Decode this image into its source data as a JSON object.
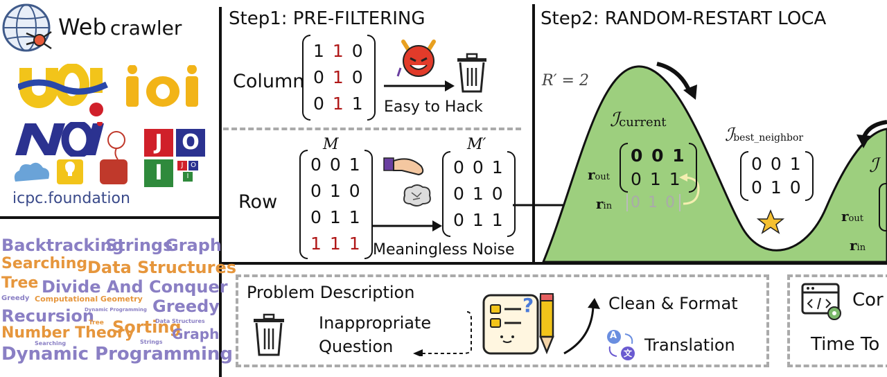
{
  "crawler": {
    "title_big": "Web",
    "title_small": "crawler"
  },
  "logos": {
    "uoi": "UOI",
    "ioi": "IOI",
    "noi": "NOI",
    "joi": [
      "J",
      "O",
      "I"
    ],
    "joi_small": [
      "J",
      "O",
      "I"
    ],
    "icpc": "icpc.foundation"
  },
  "wordcloud": [
    {
      "t": "Backtracking",
      "c": "#8a7fc4"
    },
    {
      "t": "Strings",
      "c": "#8a7fc4"
    },
    {
      "t": "Graph",
      "c": "#8a7fc4"
    },
    {
      "t": "Searching",
      "c": "#e6963c"
    },
    {
      "t": "Data Structures",
      "c": "#e6963c"
    },
    {
      "t": "Tree",
      "c": "#e6963c"
    },
    {
      "t": "Divide And Conquer",
      "c": "#8a7fc4"
    },
    {
      "t": "Greedy",
      "c": "#8a7fc4"
    },
    {
      "t": "Computational Geometry",
      "c": "#e6963c"
    },
    {
      "t": "Greedy",
      "c": "#8a7fc4"
    },
    {
      "t": "Recursion",
      "c": "#8a7fc4"
    },
    {
      "t": "Dynamic Programming",
      "c": "#8a7fc4"
    },
    {
      "t": "Sorting",
      "c": "#e6963c"
    },
    {
      "t": "Number Theory",
      "c": "#e6963c"
    },
    {
      "t": "Graph",
      "c": "#8a7fc4"
    },
    {
      "t": "Tree",
      "c": "#e6963c"
    },
    {
      "t": "Data Structures",
      "c": "#8a7fc4"
    },
    {
      "t": "Searching",
      "c": "#8a7fc4"
    },
    {
      "t": "Strings",
      "c": "#8a7fc4"
    },
    {
      "t": "Dynamic Programming",
      "c": "#8a7fc4"
    }
  ],
  "step1": {
    "title": "Step1: PRE-FILTERING",
    "column_label": "Column",
    "column_matrix": [
      [
        "1",
        "1",
        "0"
      ],
      [
        "0",
        "1",
        "0"
      ],
      [
        "0",
        "1",
        "1"
      ]
    ],
    "easy_to_hack": "Easy to Hack",
    "row_label": "Row",
    "m_label": "M",
    "mprime_label": "M′",
    "m_matrix": [
      [
        "0",
        "0",
        "1"
      ],
      [
        "0",
        "1",
        "0"
      ],
      [
        "0",
        "1",
        "1"
      ],
      [
        "1",
        "1",
        "1"
      ]
    ],
    "mprime_matrix": [
      [
        "0",
        "0",
        "1"
      ],
      [
        "0",
        "1",
        "0"
      ],
      [
        "0",
        "1",
        "1"
      ]
    ],
    "noise_label": "Meaningless Noise"
  },
  "step2": {
    "title": "Step2: RANDOM-RESTART LOCA",
    "rprime": "R′ = 2",
    "i_current": "ℐ",
    "i_current_sub": "current",
    "i_best": "ℐ",
    "i_best_sub": "best_neighbor",
    "i_right": "ℐ",
    "r_out": "r",
    "r_out_sub": "out",
    "r_in": "r",
    "r_in_sub": "in",
    "current_rows": [
      "0 0 1",
      "0 1 1"
    ],
    "current_rin": "0 1 0",
    "best_matrix": [
      [
        "0",
        "0",
        "1"
      ],
      [
        "0",
        "1",
        "0"
      ]
    ],
    "right_rout": "r",
    "right_rout_sub": "out",
    "right_rin": "r",
    "right_rin_sub": "in"
  },
  "bottom": {
    "problem_description": "Problem Description",
    "inappropriate": "Inappropriate",
    "question": "Question",
    "clean_format": "Clean & Format",
    "translation": "Translation",
    "cor": "Cor",
    "time_to": "Time To",
    "trans_a": "A",
    "trans_x": "文"
  },
  "colors": {
    "hill": "#9dcf7e",
    "red": "#b01818",
    "uoi_blue": "#2a47a8",
    "uoi_yellow": "#f2c41a",
    "noi_blue": "#2b3290",
    "joi_red": "#d0202a",
    "joi_green": "#2f8a3c"
  }
}
